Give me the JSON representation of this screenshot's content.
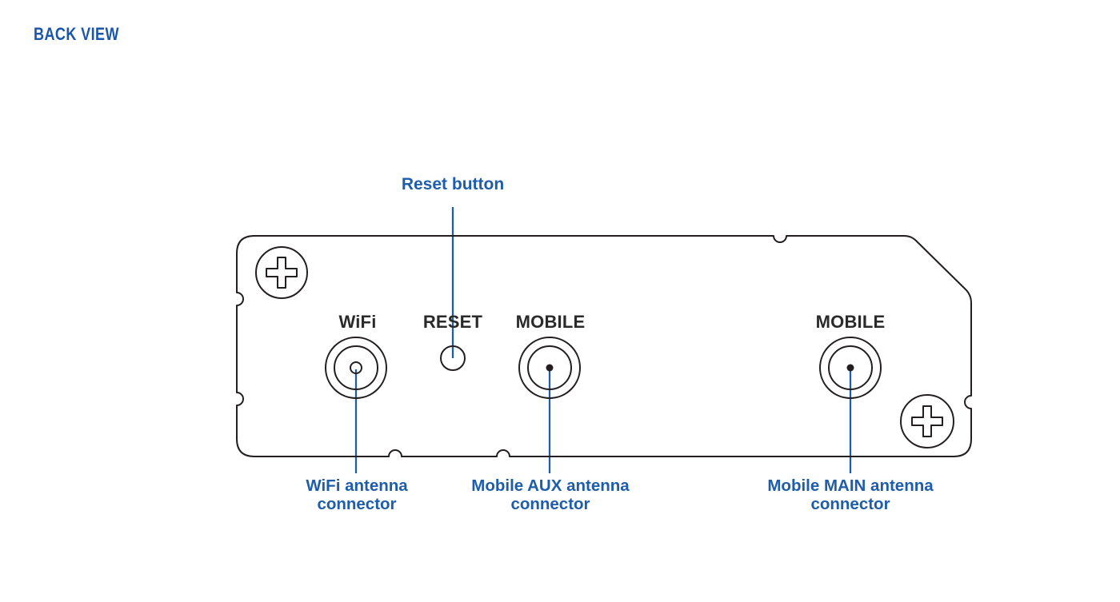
{
  "page": {
    "title": "BACK VIEW"
  },
  "colors": {
    "accent_blue": "#1e5da9",
    "title_blue": "#1a56aa",
    "line_dark": "#231f20",
    "label_dark": "#2b2a2a"
  },
  "diagram": {
    "top_callout": {
      "label": "Reset button"
    },
    "panel_labels": {
      "wifi": "WiFi",
      "reset": "RESET",
      "mobile_aux": "MOBILE",
      "mobile_main": "MOBILE"
    },
    "bottom_callouts": [
      {
        "line1": "WiFi antenna",
        "line2": "connector"
      },
      {
        "line1": "Mobile AUX antenna",
        "line2": "connector"
      },
      {
        "line1": "Mobile MAIN antenna",
        "line2": "connector"
      }
    ],
    "icons": {
      "phillips_screw": "phillips-screw-icon",
      "wifi_connector": "rp-sma-connector",
      "mobile_connector": "sma-connector",
      "reset": "reset-pinhole-button"
    }
  }
}
